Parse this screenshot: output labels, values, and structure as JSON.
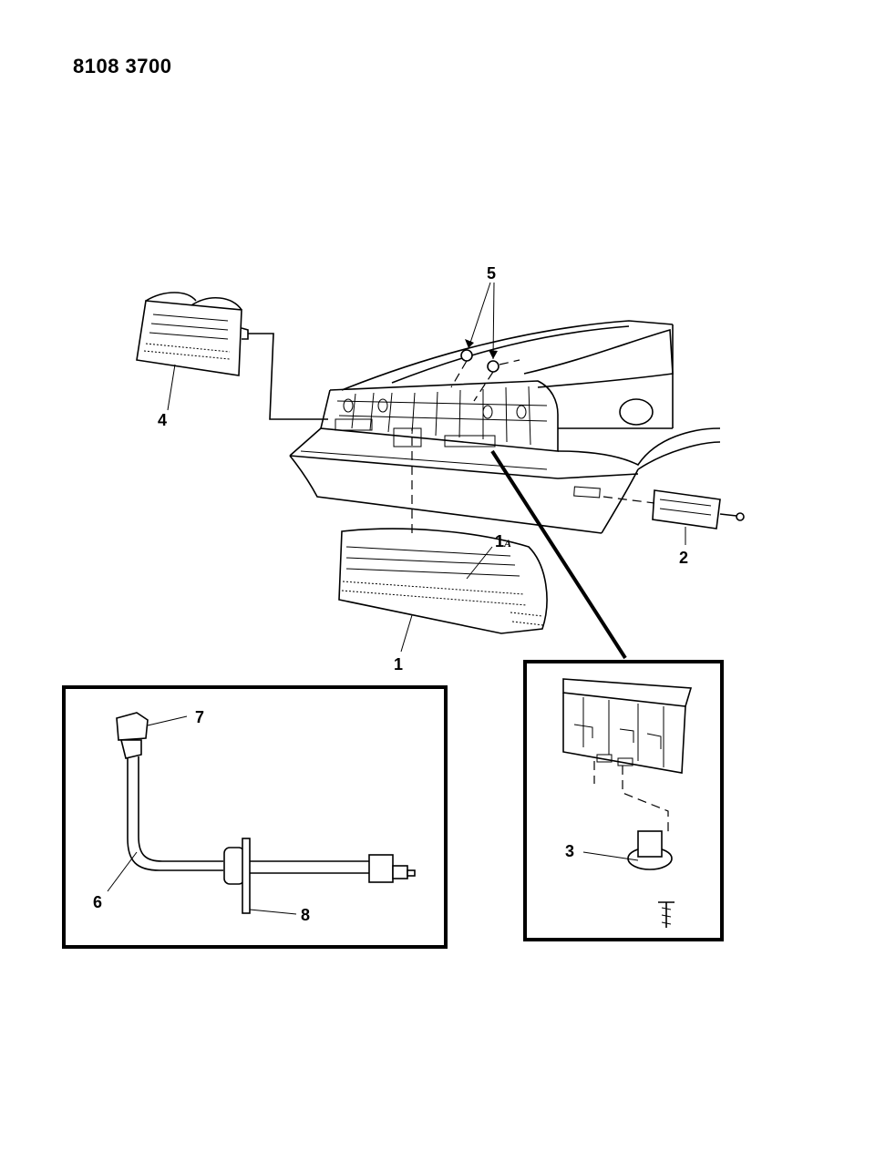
{
  "document_number": "8108 3700",
  "callouts": {
    "c1": "1",
    "c1a_main": "1",
    "c1a_sub": "A",
    "c2": "2",
    "c3": "3",
    "c4": "4",
    "c5": "5",
    "c6": "6",
    "c7": "7",
    "c8": "8"
  }
}
